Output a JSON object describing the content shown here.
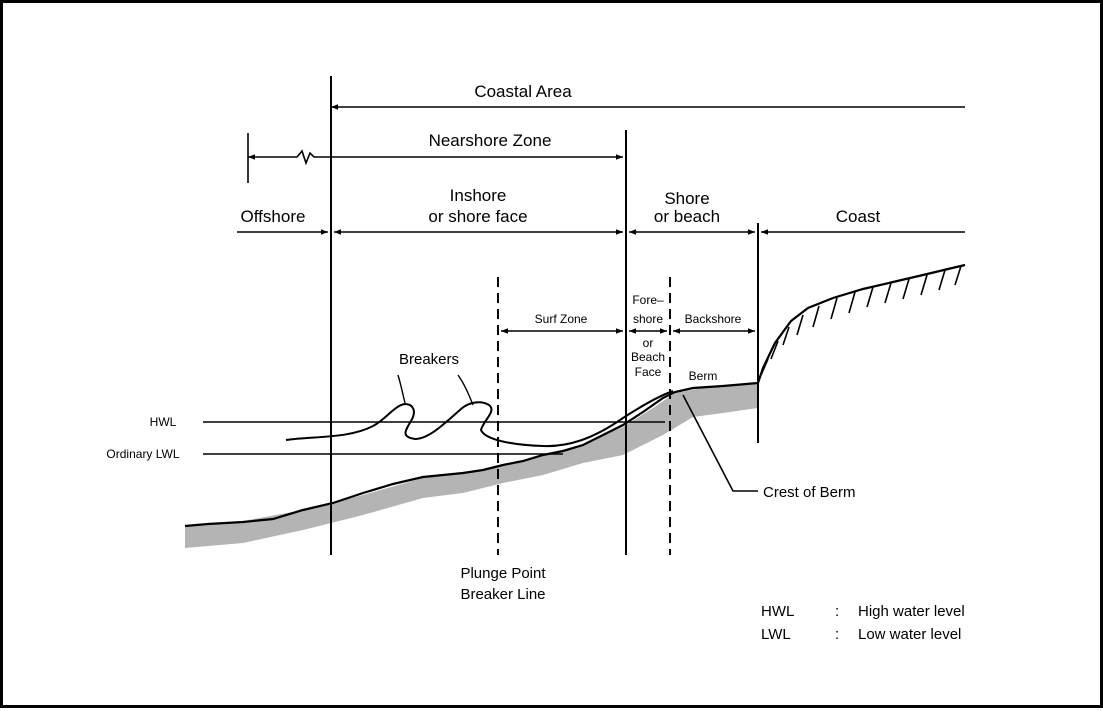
{
  "labels": {
    "coastal_area": "Coastal Area",
    "nearshore_zone": "Nearshore Zone",
    "offshore": "Offshore",
    "inshore_line1": "Inshore",
    "inshore_line2": "or shore  face",
    "shore_line1": "Shore",
    "shore_line2": "or beach",
    "coast": "Coast",
    "surf_zone": "Surf Zone",
    "foreshore_line1": "Fore–",
    "foreshore_line2": "shore",
    "foreshore_line3": "or",
    "foreshore_line4": "Beach",
    "foreshore_line5": "Face",
    "backshore": "Backshore",
    "breakers": "Breakers",
    "berm": "Berm",
    "hwl": "HWL",
    "ordinary_lwl": "Ordinary LWL",
    "crest_of_berm": "Crest of Berm",
    "plunge_point": "Plunge  Point",
    "breaker_line": "Breaker Line"
  },
  "legend": {
    "items": [
      {
        "abbr": "HWL",
        "sep": ":",
        "desc": "High  water level"
      },
      {
        "abbr": "LWL",
        "sep": ":",
        "desc": "Low  water level"
      }
    ]
  },
  "colors": {
    "line": "#000000",
    "sediment": "#b4b4b4",
    "background": "#ffffff"
  }
}
